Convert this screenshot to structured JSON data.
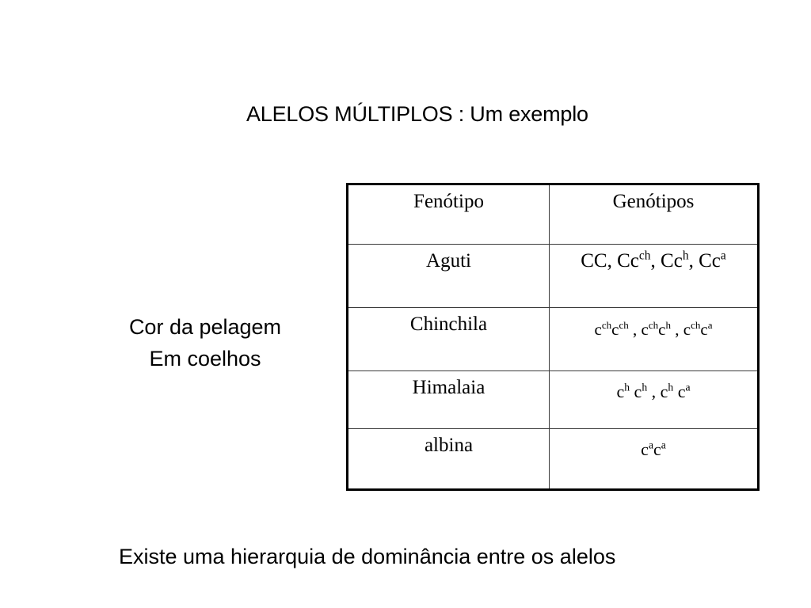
{
  "slide": {
    "title": "ALELOS MÚLTIPLOS : Um exemplo",
    "side_label_line1": "Cor da pelagem",
    "side_label_line2": "Em coelhos",
    "bottom_note": "Existe uma hierarquia de dominância entre os alelos",
    "background_color": "#ffffff",
    "text_color": "#000000",
    "border_color": "#000000"
  },
  "table": {
    "headers": [
      "Fenótipo",
      "Genótipos"
    ],
    "rows": [
      {
        "phenotype": "Aguti",
        "genotypes_text": "CC, Ccch, Cch, Cca",
        "genotypes": [
          {
            "base": "CC",
            "sup": ""
          },
          {
            "base": "Cc",
            "sup": "ch"
          },
          {
            "base": "Cc",
            "sup": "h"
          },
          {
            "base": "Cc",
            "sup": "a"
          }
        ]
      },
      {
        "phenotype": "Chinchila",
        "genotypes_text": "cchcch , cchch , cchca",
        "genotypes": [
          {
            "base1": "c",
            "sup1": "ch",
            "base2": "c",
            "sup2": "ch"
          },
          {
            "base1": "c",
            "sup1": "ch",
            "base2": "c",
            "sup2": "h"
          },
          {
            "base1": "c",
            "sup1": "ch",
            "base2": "c",
            "sup2": "a"
          }
        ]
      },
      {
        "phenotype": "Himalaia",
        "genotypes_text": "ch ch , ch ca",
        "genotypes": [
          {
            "base1": "c",
            "sup1": "h",
            "base2": "c",
            "sup2": "h"
          },
          {
            "base1": "c",
            "sup1": "h",
            "base2": "c",
            "sup2": "a"
          }
        ]
      },
      {
        "phenotype": "albina",
        "genotypes_text": "caca",
        "genotypes": [
          {
            "base1": "c",
            "sup1": "a",
            "base2": "c",
            "sup2": "a"
          }
        ]
      }
    ]
  }
}
